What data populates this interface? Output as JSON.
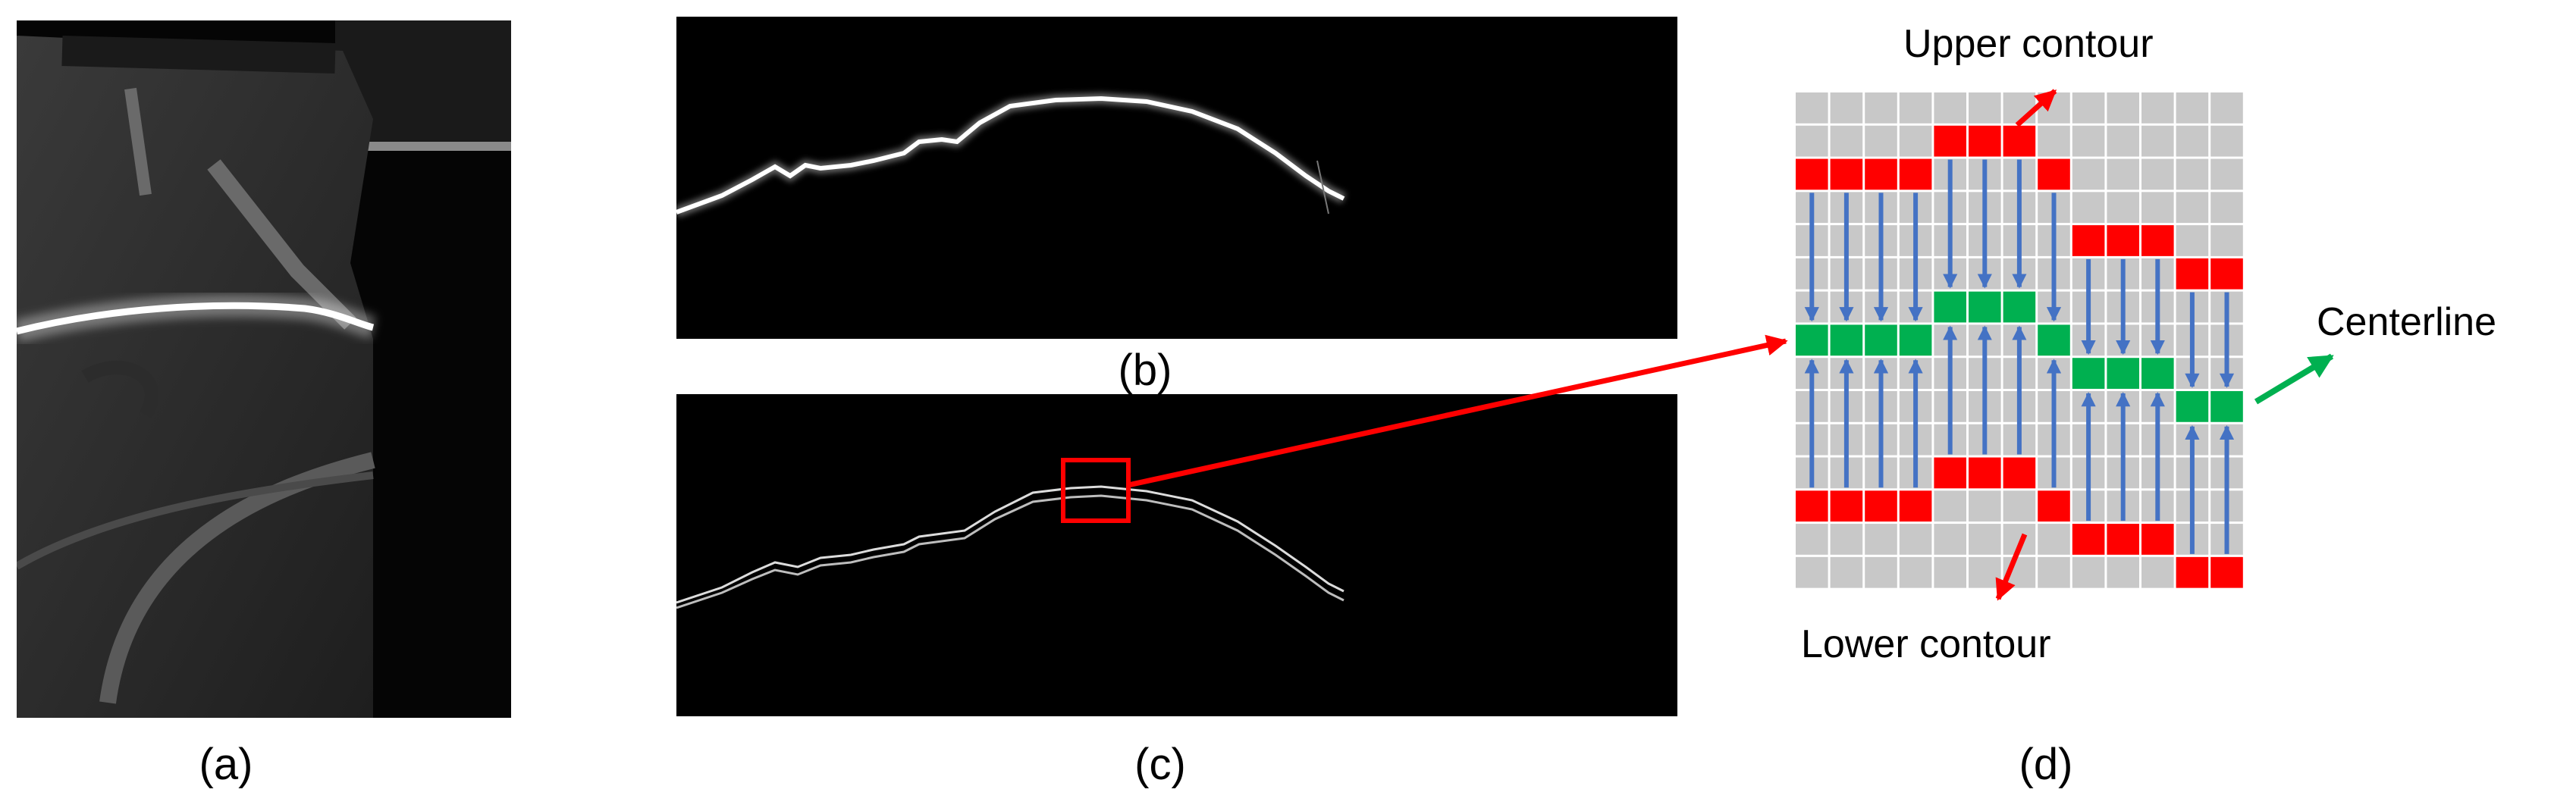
{
  "captions": {
    "a": "(a)",
    "b": "(b)",
    "c": "(c)",
    "d": "(d)"
  },
  "labels": {
    "upper": "Upper contour",
    "lower": "Lower contour",
    "center": "Centerline"
  },
  "colors": {
    "background": "#ffffff",
    "panel_bg": "#000000",
    "grid_cell": "#c8c8c8",
    "contour_red": "#ff0000",
    "centerline_green": "#00b050",
    "arrow_blue": "#4472c4",
    "callout_red": "#ff0000",
    "callout_green": "#00b050"
  },
  "grid": {
    "rows": 14,
    "cols": 13,
    "columns": [
      {
        "upper": 2,
        "center": 7,
        "lower": 12
      },
      {
        "upper": 2,
        "center": 7,
        "lower": 12
      },
      {
        "upper": 2,
        "center": 7,
        "lower": 12
      },
      {
        "upper": 2,
        "center": 7,
        "lower": 12
      },
      {
        "upper": 1,
        "center": 6,
        "lower": 11
      },
      {
        "upper": 1,
        "center": 6,
        "lower": 11
      },
      {
        "upper": 1,
        "center": 6,
        "lower": 11
      },
      {
        "upper": 2,
        "center": 7,
        "lower": 12
      },
      {
        "upper": 4,
        "center": 8,
        "lower": 13
      },
      {
        "upper": 4,
        "center": 8,
        "lower": 13
      },
      {
        "upper": 4,
        "center": 8,
        "lower": 13
      },
      {
        "upper": 5,
        "center": 9,
        "lower": 14
      },
      {
        "upper": 5,
        "center": 9,
        "lower": 14
      }
    ]
  }
}
